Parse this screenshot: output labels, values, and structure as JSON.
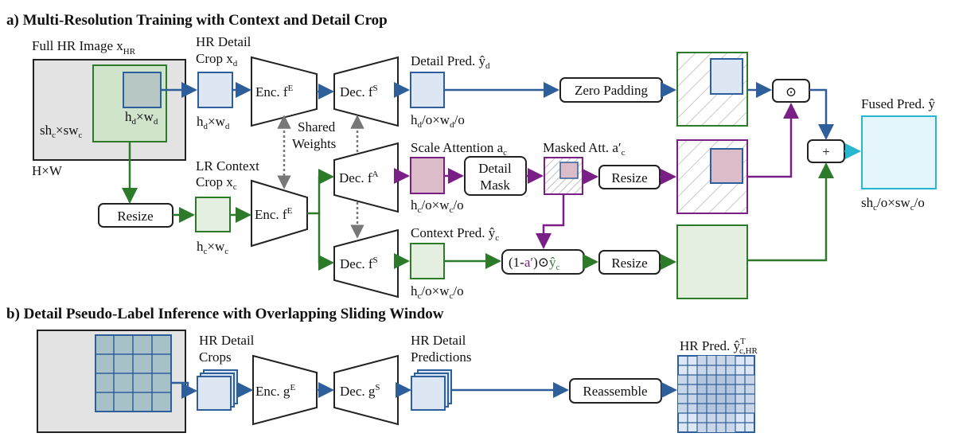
{
  "section_a": {
    "title": "a) Multi-Resolution Training with Context and Detail Crop"
  },
  "section_b": {
    "title": "b) Detail Pseudo-Label Inference with Overlapping Sliding Window"
  },
  "labels": {
    "full_hr_image": "Full HR Image x",
    "full_hr_image_sub": "HR",
    "hw": "H×W",
    "shc": "sh",
    "shc_sub1": "c",
    "shc_mid": "×sw",
    "shc_sub2": "c",
    "hd": "h",
    "hd_sub1": "d",
    "hd_mid": "×w",
    "hd_sub2": "d",
    "hr_detail_crop_1": "HR Detail",
    "hr_detail_crop_2": "Crop x",
    "hr_detail_crop_2_sub": "d",
    "lr_context_crop_1": "LR Context",
    "lr_context_crop_2": "Crop x",
    "lr_context_crop_2_sub": "c",
    "hdwd_below": "h",
    "hdwd_below_sub1": "d",
    "hdwd_below_mid": "×w",
    "hdwd_below_sub2": "d",
    "hcwc_below": "h",
    "hcwc_below_sub1": "c",
    "hcwc_below_mid": "×w",
    "hcwc_below_sub2": "c",
    "shared_weights_1": "Shared",
    "shared_weights_2": "Weights",
    "enc_fe": "Enc. f",
    "enc_fe_sup": "E",
    "dec_fs": "Dec. f",
    "dec_fs_sup": "S",
    "dec_fa": "Dec. f",
    "dec_fa_sup": "A",
    "detail_pred": "Detail Pred. ŷ",
    "detail_pred_sub": "d",
    "detail_pred_dims": "h",
    "detail_pred_dims_sub1": "d",
    "detail_pred_dims_mid": "/o×w",
    "detail_pred_dims_sub2": "d",
    "detail_pred_dims_end": "/o",
    "scale_attention": "Scale Attention a",
    "scale_attention_sub": "c",
    "scale_att_dims": "h",
    "scale_att_dims_sub1": "c",
    "scale_att_dims_mid": "/o×w",
    "scale_att_dims_sub2": "c",
    "scale_att_dims_end": "/o",
    "masked_att": "Masked Att. a′",
    "masked_att_sub": "c",
    "context_pred": "Context Pred. ŷ",
    "context_pred_sub": "c",
    "context_dims": "h",
    "context_dims_sub1": "c",
    "context_dims_mid": "/o×w",
    "context_dims_sub2": "c",
    "context_dims_end": "/o",
    "zero_padding": "Zero Padding",
    "resize": "Resize",
    "detail_mask_1": "Detail",
    "detail_mask_2": "Mask",
    "one_minus": "(1-",
    "a_prime": "a′",
    "close_paren": ")",
    "odot": "⊙",
    "y_hat_c": "ŷ",
    "y_hat_c_sub": "c",
    "plus": "+",
    "fused_pred": "Fused Pred. ŷ",
    "fused_dims": "sh",
    "fused_dims_sub1": "c",
    "fused_dims_mid": "/o×sw",
    "fused_dims_sub2": "c",
    "fused_dims_end": "/o",
    "hr_detail_crops_1": "HR Detail",
    "hr_detail_crops_2": "Crops",
    "enc_ge": "Enc. g",
    "enc_ge_sup": "E",
    "dec_gs": "Dec. g",
    "dec_gs_sup": "S",
    "hr_detail_predictions_1": "HR Detail",
    "hr_detail_predictions_2": "Predictions",
    "reassemble": "Reassemble",
    "hr_pred": "HR Pred. ŷ",
    "hr_pred_sup": "T",
    "hr_pred_sub": "c,HR"
  },
  "colors": {
    "blue": "#2e5f9a",
    "green": "#2d7a2a",
    "purple": "#7a1f86",
    "cyan": "#29b6cf",
    "gray_bg": "#e3e3e3",
    "detail_fill": "#dde7f3",
    "context_fill": "#e4efe0",
    "att_fill": "#ddbcc9",
    "fused_fill": "#e4f6fb"
  }
}
